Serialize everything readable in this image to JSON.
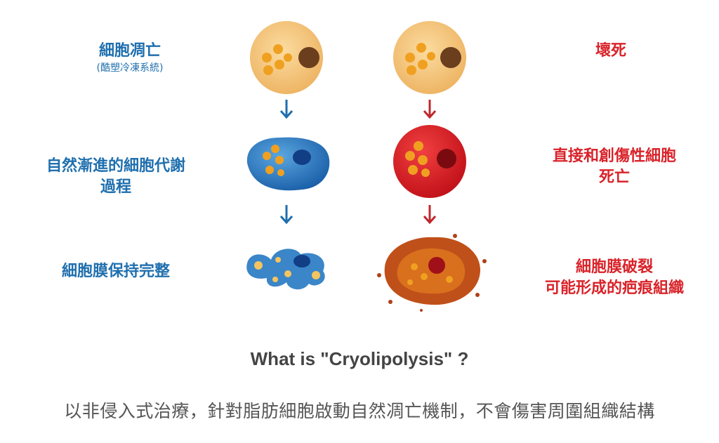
{
  "left_column": {
    "stage1_title": "細胞凋亡",
    "stage1_subtitle": "(酷塑冷凍系統)",
    "stage2_line1": "自然漸進的細胞代謝",
    "stage2_line2": "過程",
    "stage3": "細胞膜保持完整"
  },
  "right_column": {
    "stage1_title": "壞死",
    "stage2_line1": "直接和創傷性細胞",
    "stage2_line2": "死亡",
    "stage3_line1": "細胞膜破裂",
    "stage3_line2": "可能形成的疤痕組織"
  },
  "title": "What is \"Cryolipolysis\" ?",
  "caption": "以非侵入式治療，針對脂肪細胞啟動自然凋亡機制，不會傷害周圍組織結構",
  "colors": {
    "apoptosis": "#1f6fae",
    "necrosis": "#d9232a",
    "fat_cell": "#f5c27a",
    "droplet": "#f0a020"
  }
}
